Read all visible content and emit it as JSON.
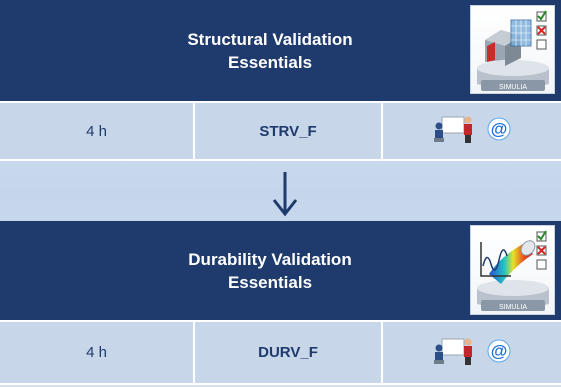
{
  "courses": [
    {
      "title_line1": "Structural Validation",
      "title_line2": "Essentials",
      "duration": "4 h",
      "code": "STRV_F",
      "logo_text": "SIMULIA",
      "icons": [
        "classroom-training-icon",
        "online-learning-at-icon"
      ]
    },
    {
      "title_line1": "Durability Validation",
      "title_line2": "Essentials",
      "duration": "4 h",
      "code": "DURV_F",
      "logo_text": "SIMULIA",
      "icons": [
        "classroom-training-icon",
        "online-learning-at-icon"
      ]
    }
  ],
  "at_symbol": "@",
  "colors": {
    "title_bg": "#1f3a6c",
    "row_bg": "#c8d6e9",
    "arrow": "#1f3a6c",
    "page_bg": "#cfdcee"
  }
}
